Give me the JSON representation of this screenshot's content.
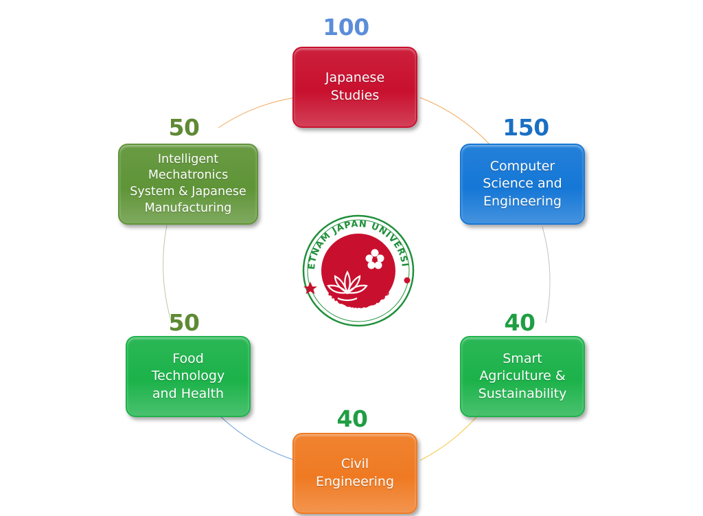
{
  "programs": [
    {
      "id": "japanese-studies",
      "label": "Japanese\nStudies",
      "value": "100",
      "color": "#c8102e",
      "value_color": "#5b8dd9"
    },
    {
      "id": "computer-science",
      "label": "Computer\nScience and\nEngineering",
      "value": "150",
      "color": "#1577d6",
      "value_color": "#1a6fc4"
    },
    {
      "id": "smart-agriculture",
      "label": "Smart\nAgriculture &\nSustainability",
      "value": "40",
      "color": "#1cb24a",
      "value_color": "#1f9e43"
    },
    {
      "id": "civil-engineering",
      "label": "Civil\nEngineering",
      "value": "40",
      "color": "#ef7a22",
      "value_color": "#1f9e43"
    },
    {
      "id": "food-technology",
      "label": "Food\nTechnology\nand Health",
      "value": "50",
      "color": "#1cb24a",
      "value_color": "#5e8a34"
    },
    {
      "id": "mechatronics",
      "label": "Intelligent\nMechatronics\nSystem & Japanese\nManufacturing",
      "value": "50",
      "color": "#5f9437",
      "value_color": "#5e8a34"
    }
  ],
  "logo": {
    "top_text": "VIETNAM JAPAN UNIVERSITY",
    "bottom_text": "VNU since 1906",
    "color": "#c8102e"
  }
}
